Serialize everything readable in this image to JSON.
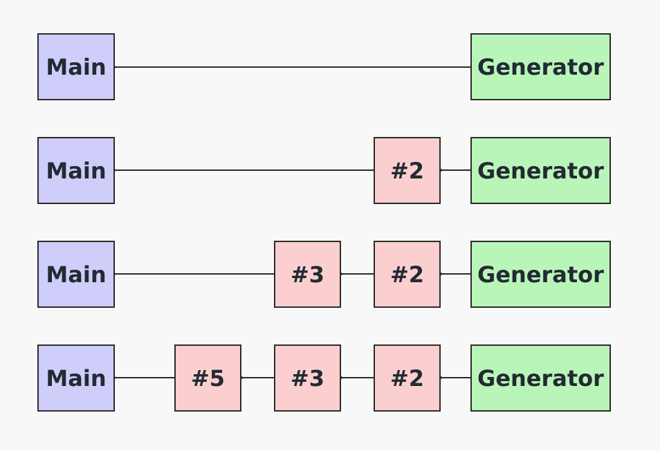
{
  "rows": [
    {
      "main": "Main",
      "filters": [],
      "generator": "Generator"
    },
    {
      "main": "Main",
      "filters": [
        "#2"
      ],
      "generator": "Generator"
    },
    {
      "main": "Main",
      "filters": [
        "#3",
        "#2"
      ],
      "generator": "Generator"
    },
    {
      "main": "Main",
      "filters": [
        "#5",
        "#3",
        "#2"
      ],
      "generator": "Generator"
    }
  ],
  "colors": {
    "main_fill": "#cfcdf9",
    "generator_fill": "#b9f5b9",
    "filter_fill": "#fbcfcf",
    "stroke": "#2b2b2b",
    "background": "#f8f8f8"
  }
}
